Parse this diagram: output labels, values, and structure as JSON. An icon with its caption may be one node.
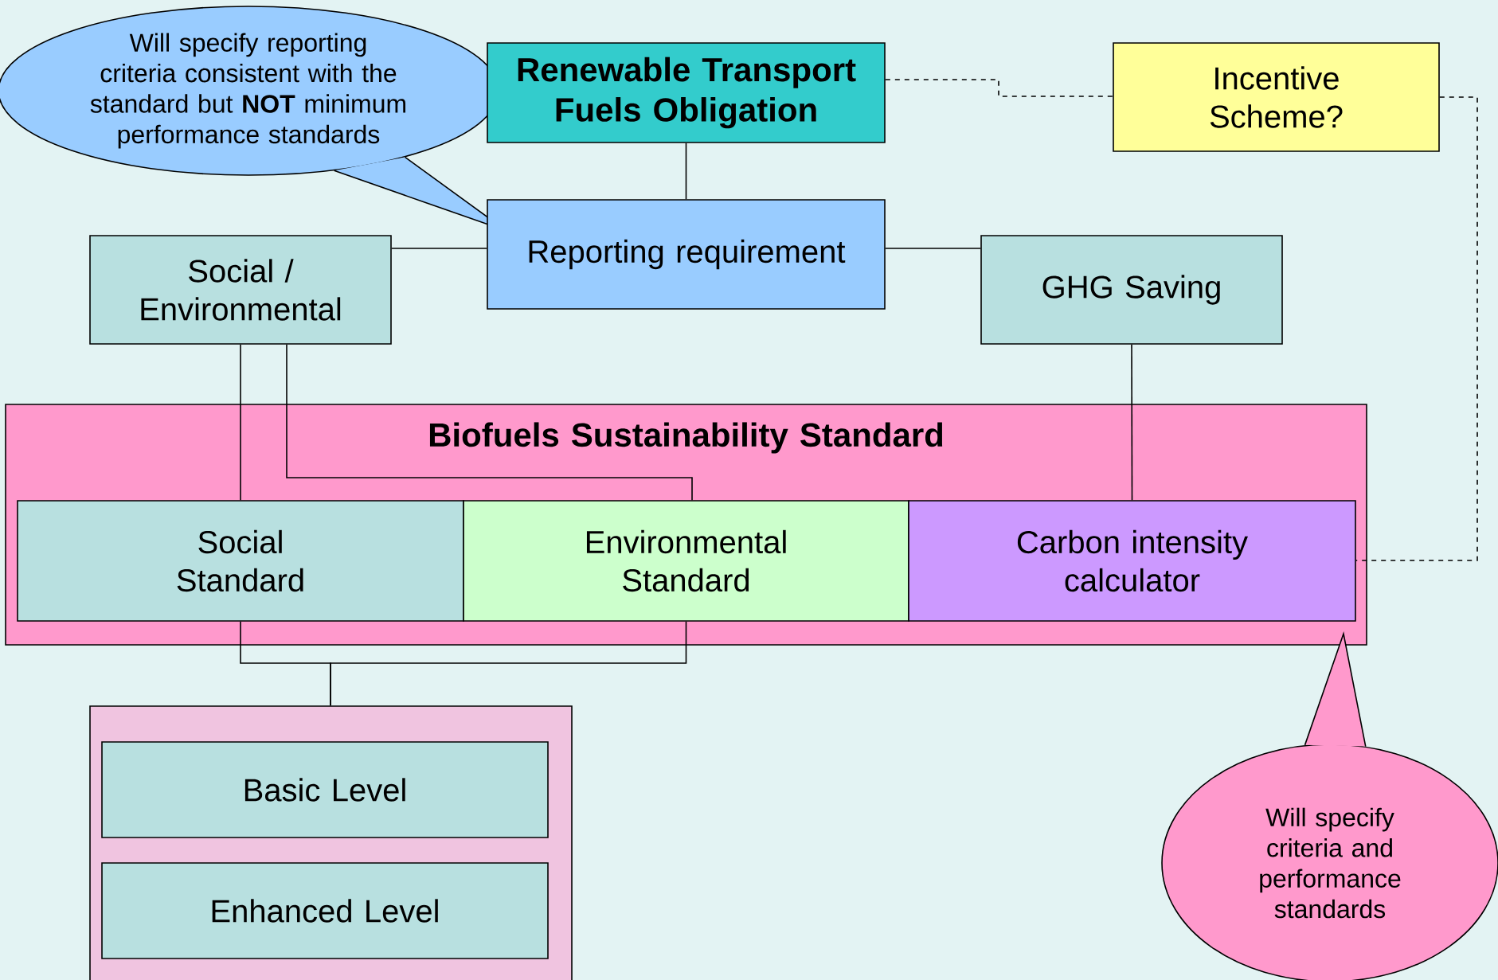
{
  "diagram": {
    "nodes": [
      {
        "text": [
          "Will specify reporting criteria consistent with the standard but **NOT** minimum performance standards"
        ]
      },
      {
        "text": [
          "Renewable Transport Fuels Obligation"
        ]
      },
      {
        "text": [
          "Reporting requirement"
        ]
      },
      {
        "text": [
          "Incentive Scheme?"
        ]
      },
      {
        "text": [
          "Social / Environmental"
        ]
      },
      {
        "text": [
          "GHG Saving"
        ]
      },
      {
        "text": [
          "Biofuels Sustainability Standard"
        ]
      },
      {
        "text": [
          "Social Standard"
        ],
        "in": 6
      },
      {
        "text": [
          "Environmental Standard"
        ],
        "in": 6
      },
      {
        "text": [
          "Carbon intensity calculator"
        ],
        "in": 6
      },
      {
        "text": [],
        "shape": "box"
      },
      {
        "text": [
          "Basic Level"
        ],
        "in": 10
      },
      {
        "text": [
          "Enhanced Level"
        ],
        "in": 10
      },
      {
        "text": [
          "Will specify criteria and performance standards"
        ]
      }
    ],
    "edges": [
      {
        "from": 1,
        "to": 2,
        "arrow": "none"
      },
      {
        "from": 1,
        "to": 3,
        "arrow": "none",
        "style": "dashed"
      },
      {
        "from": 4,
        "to": 2,
        "arrow": "none"
      },
      {
        "from": 2,
        "to": 5,
        "arrow": "none"
      },
      {
        "from": 3,
        "to": 9,
        "arrow": "none",
        "style": "dashed"
      },
      {
        "from": 4,
        "to": 7,
        "arrow": "none"
      },
      {
        "from": 4,
        "to": 8,
        "arrow": "none"
      },
      {
        "from": 5,
        "to": 9,
        "arrow": "none"
      },
      {
        "from": 7,
        "to": 10,
        "arrow": "none"
      },
      {
        "from": 8,
        "to": 10,
        "arrow": "none"
      }
    ]
  }
}
